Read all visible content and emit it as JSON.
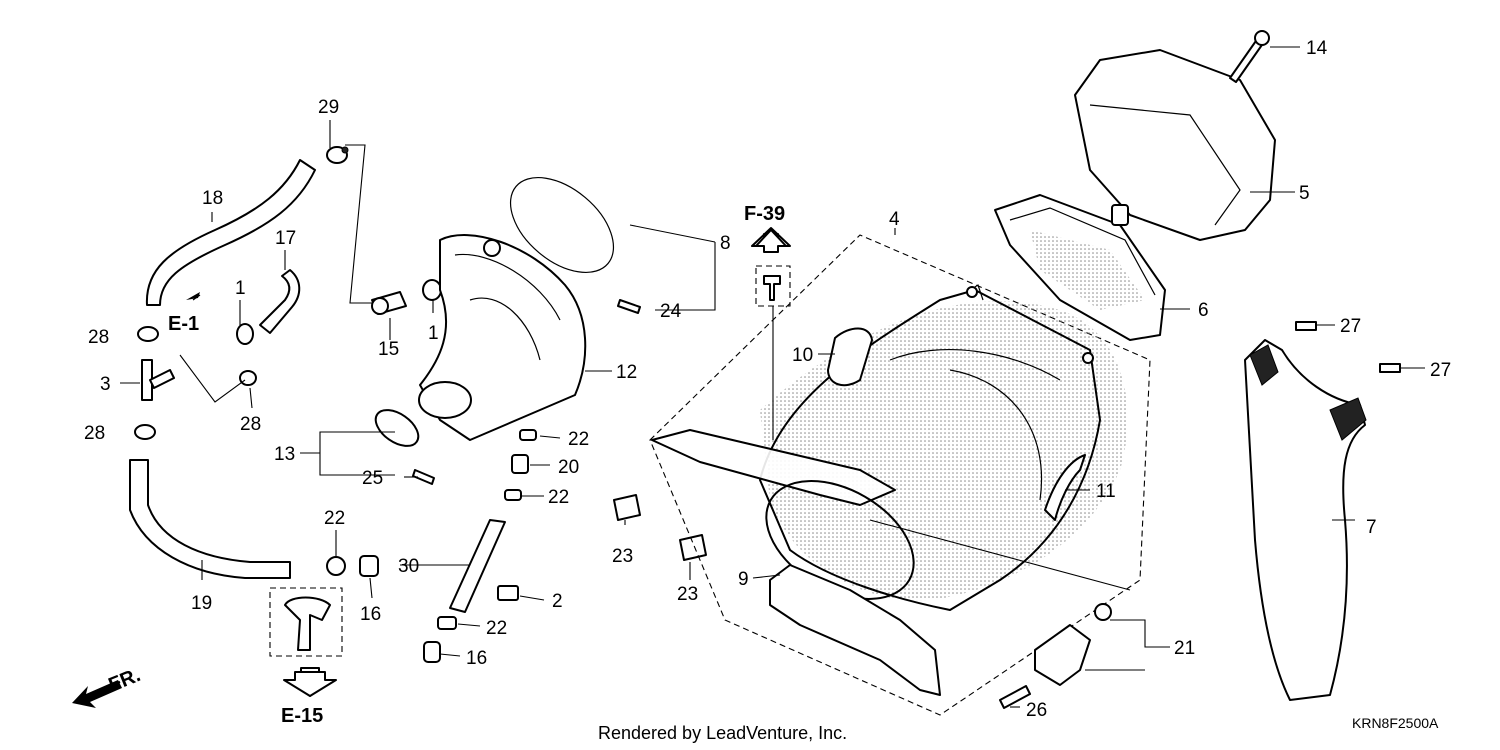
{
  "callouts": {
    "c1": "1",
    "c2": "2",
    "c3": "3",
    "c4": "4",
    "c5": "5",
    "c6": "6",
    "c7": "7",
    "c8": "8",
    "c9": "9",
    "c10": "10",
    "c11": "11",
    "c12": "12",
    "c13": "13",
    "c14": "14",
    "c15": "15",
    "c16": "16",
    "c17": "17",
    "c18": "18",
    "c19": "19",
    "c20": "20",
    "c21": "21",
    "c22": "22",
    "c23": "23",
    "c24": "24",
    "c25": "25",
    "c26": "26",
    "c27": "27",
    "c28": "28",
    "c29": "29",
    "c30": "30"
  },
  "references": {
    "e1": "E-1",
    "e15": "E-15",
    "f39": "F-39",
    "fr": "FR."
  },
  "footer": {
    "credit": "Rendered by LeadVenture, Inc.",
    "code": "KRN8F2500A"
  }
}
